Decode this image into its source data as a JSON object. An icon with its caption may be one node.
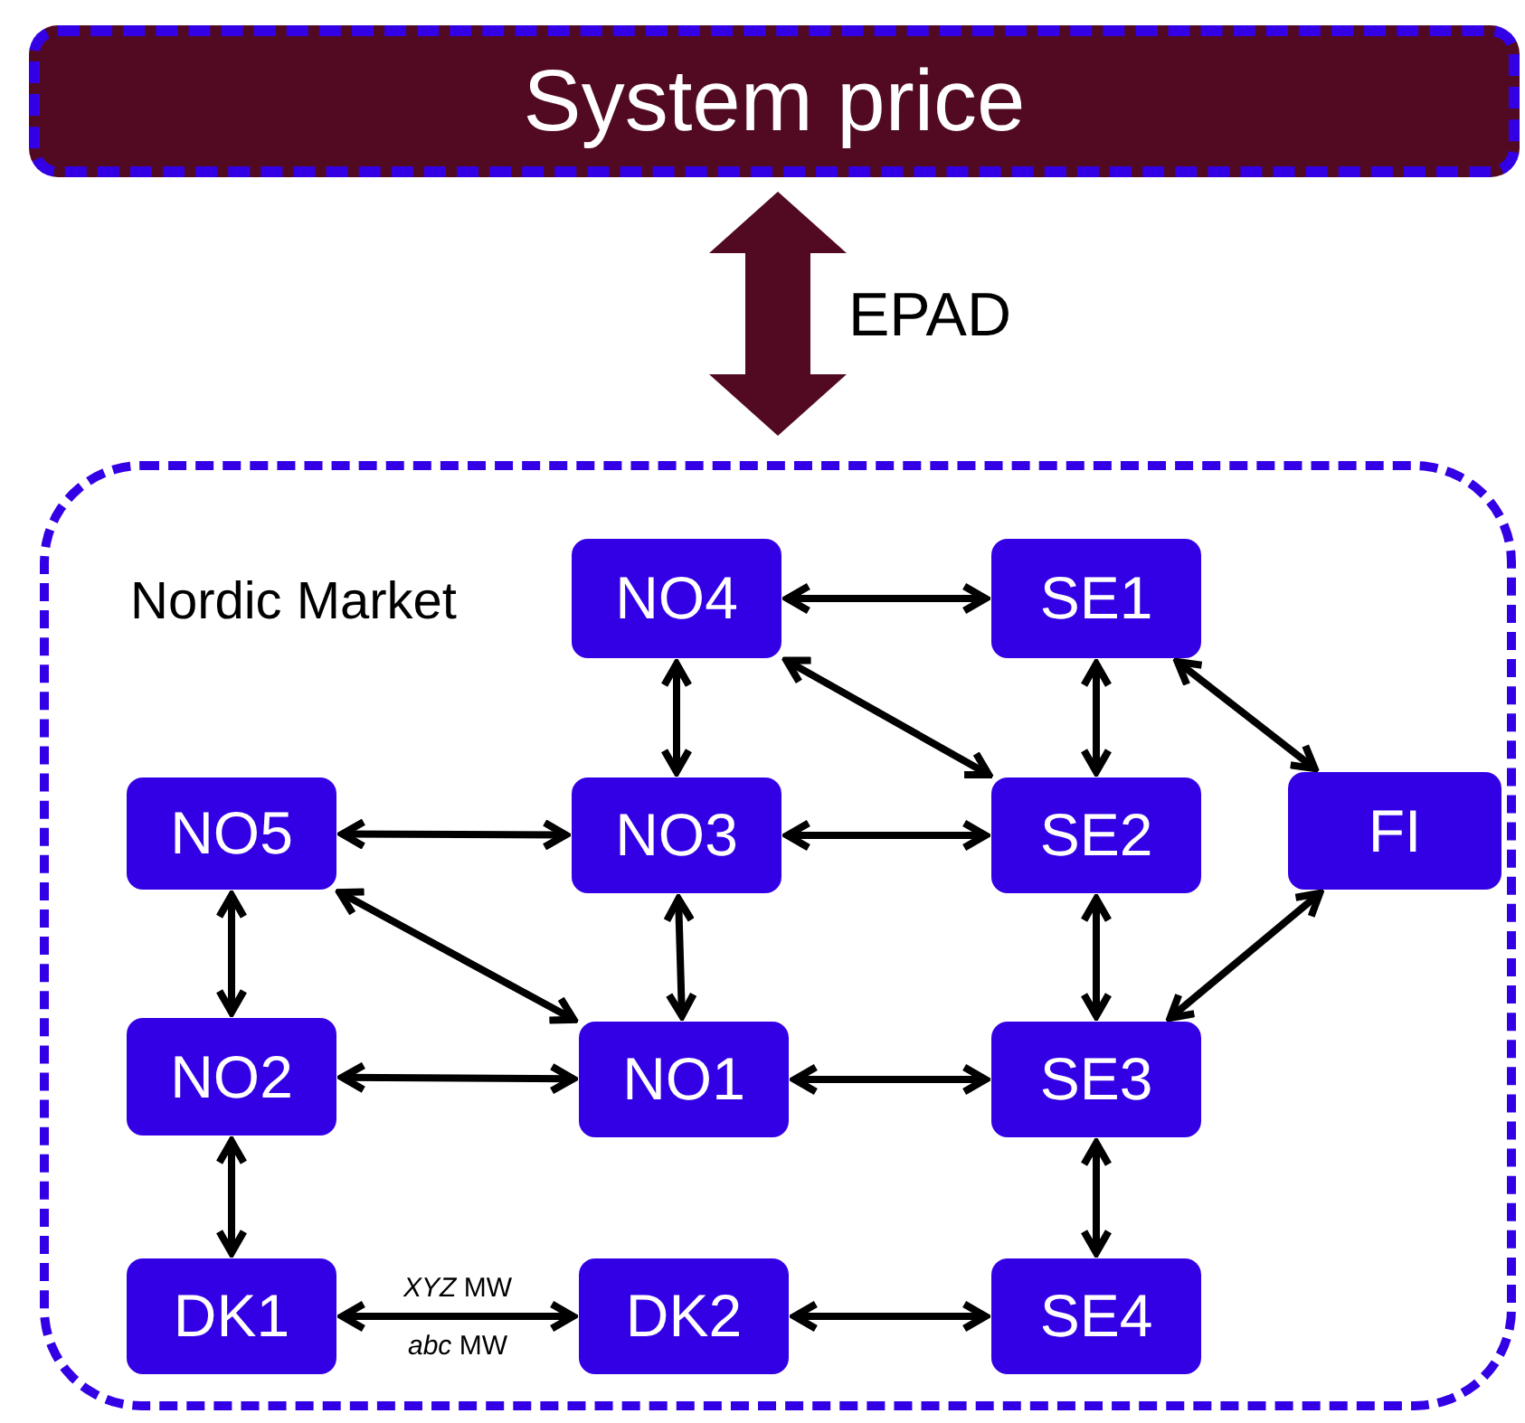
{
  "diagram": {
    "nodes": [
      {
        "text": [
          "System price"
        ]
      },
      {
        "text": [
          "Nordic Market"
        ]
      },
      {
        "text": [
          "NO4"
        ],
        "in": 1
      },
      {
        "text": [
          "SE1"
        ],
        "in": 1
      },
      {
        "text": [
          "NO5"
        ],
        "in": 1
      },
      {
        "text": [
          "NO3"
        ],
        "in": 1
      },
      {
        "text": [
          "SE2"
        ],
        "in": 1
      },
      {
        "text": [
          "FI"
        ],
        "in": 1
      },
      {
        "text": [
          "NO2"
        ],
        "in": 1
      },
      {
        "text": [
          "NO1"
        ],
        "in": 1
      },
      {
        "text": [
          "SE3"
        ],
        "in": 1
      },
      {
        "text": [
          "DK1"
        ],
        "in": 1
      },
      {
        "text": [
          "DK2"
        ],
        "in": 1
      },
      {
        "text": [
          "SE4"
        ],
        "in": 1
      }
    ],
    "edges": [
      {
        "from": 0,
        "to": 1,
        "arrow": "both",
        "label": "EPAD",
        "style": "thick",
        "color": "#520a22"
      },
      {
        "from": 2,
        "to": 3,
        "arrow": "both"
      },
      {
        "from": 2,
        "to": 5,
        "arrow": "both"
      },
      {
        "from": 2,
        "to": 6,
        "arrow": "both"
      },
      {
        "from": 3,
        "to": 6,
        "arrow": "both"
      },
      {
        "from": 3,
        "to": 7,
        "arrow": "both"
      },
      {
        "from": 4,
        "to": 5,
        "arrow": "both"
      },
      {
        "from": 5,
        "to": 6,
        "arrow": "both"
      },
      {
        "from": 4,
        "to": 8,
        "arrow": "both"
      },
      {
        "from": 4,
        "to": 9,
        "arrow": "both"
      },
      {
        "from": 5,
        "to": 9,
        "arrow": "both"
      },
      {
        "from": 6,
        "to": 10,
        "arrow": "both"
      },
      {
        "from": 7,
        "to": 10,
        "arrow": "both"
      },
      {
        "from": 8,
        "to": 9,
        "arrow": "both"
      },
      {
        "from": 9,
        "to": 10,
        "arrow": "both"
      },
      {
        "from": 8,
        "to": 11,
        "arrow": "both"
      },
      {
        "from": 10,
        "to": 13,
        "arrow": "both"
      },
      {
        "from": 11,
        "to": 12,
        "arrow": "both",
        "label": "*XYZ* MW"
      },
      {
        "from": 12,
        "to": 13,
        "arrow": "both"
      }
    ],
    "labels": [
      "*abc* MW"
    ]
  }
}
